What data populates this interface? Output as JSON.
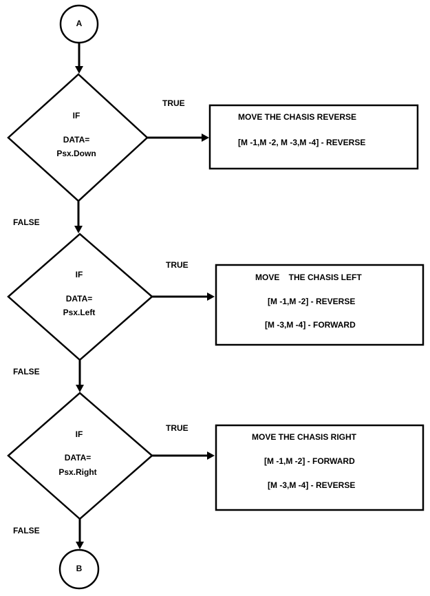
{
  "connectors": {
    "start": "A",
    "end": "B"
  },
  "decisions": [
    {
      "if_label": "IF",
      "data_label": "DATA=",
      "value": "Psx.Down",
      "true_label": "TRUE",
      "false_label": "FALSE",
      "action": {
        "title": "MOVE THE CHASIS REVERSE",
        "lines": [
          "[M -1,M -2, M -3,M -4] - REVERSE"
        ]
      }
    },
    {
      "if_label": "IF",
      "data_label": "DATA=",
      "value": "Psx.Left",
      "true_label": "TRUE",
      "false_label": "FALSE",
      "action": {
        "title": "MOVE    THE CHASIS LEFT",
        "lines": [
          "[M -1,M -2] - REVERSE",
          "[M -3,M -4] - FORWARD"
        ]
      }
    },
    {
      "if_label": "IF",
      "data_label": "DATA=",
      "value": "Psx.Right",
      "true_label": "TRUE",
      "false_label": "FALSE",
      "action": {
        "title": "MOVE THE CHASIS RIGHT",
        "lines": [
          "[M -1,M -2] - FORWARD",
          "[M -3,M -4] - REVERSE"
        ]
      }
    }
  ]
}
